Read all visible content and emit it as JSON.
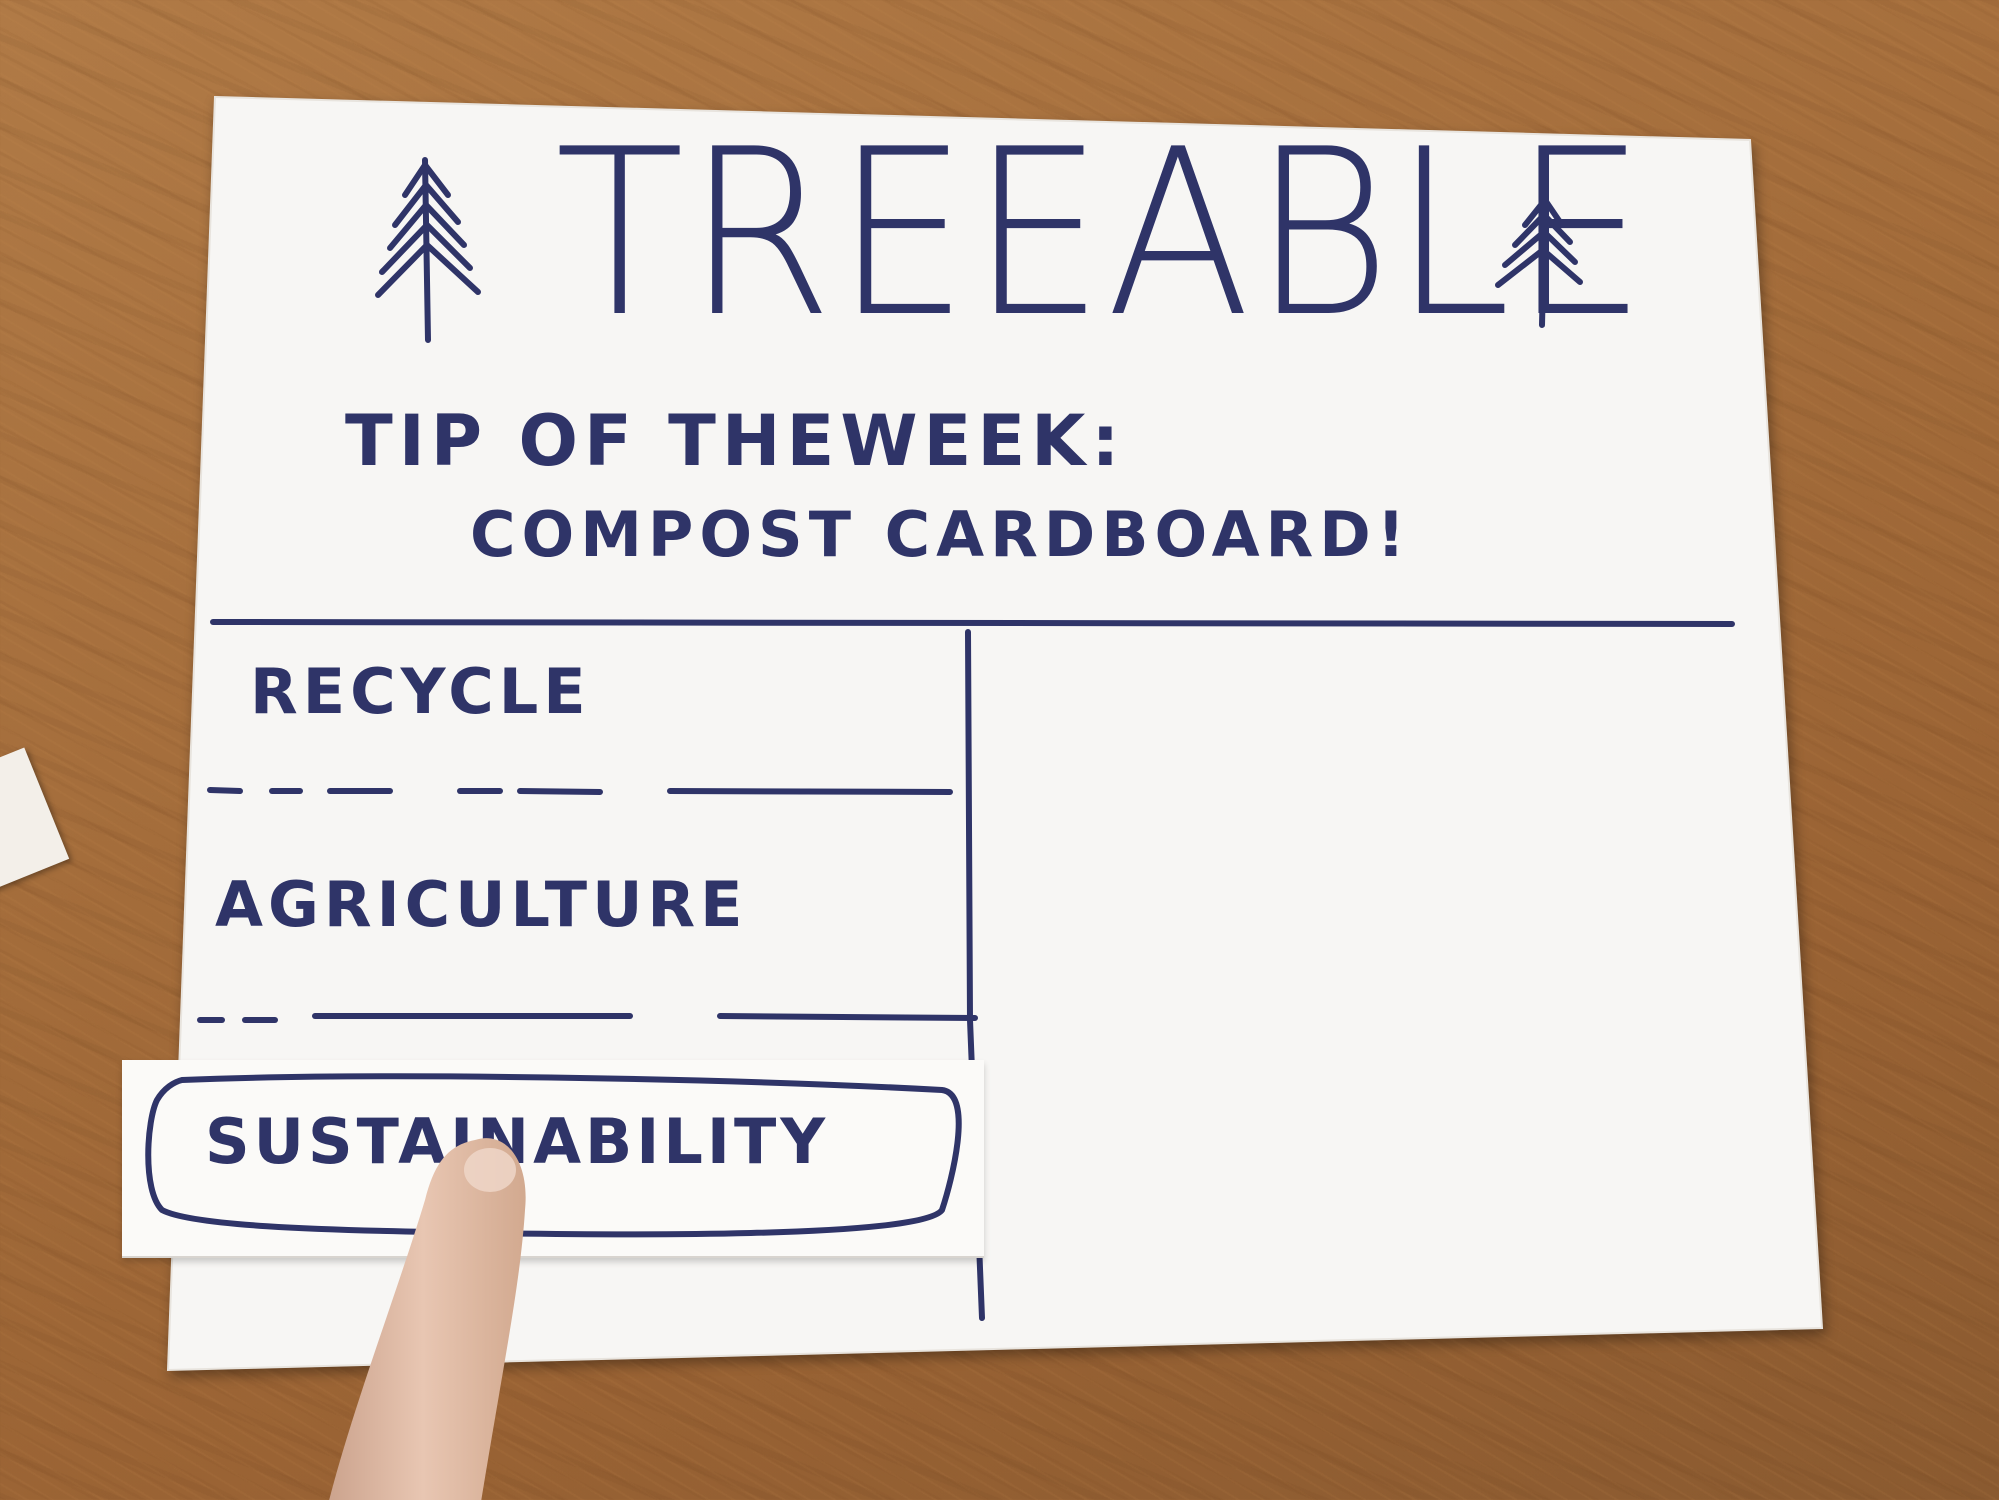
{
  "app": {
    "title": "TREEABLE"
  },
  "tip": {
    "heading": "TIP OF THEWEEK:",
    "body": "COMPOST CARDBOARD!"
  },
  "nav": {
    "items": [
      {
        "label": "RECYCLE",
        "selected": false
      },
      {
        "label": "AGRICULTURE",
        "selected": false
      },
      {
        "label": "SUSTAINABILITY",
        "selected": true
      }
    ]
  },
  "colors": {
    "ink": "#2f3468",
    "paper": "#f7f6f4",
    "desk": "#a46d3b"
  },
  "icons": [
    "pine-tree-icon",
    "pine-tree-icon"
  ]
}
